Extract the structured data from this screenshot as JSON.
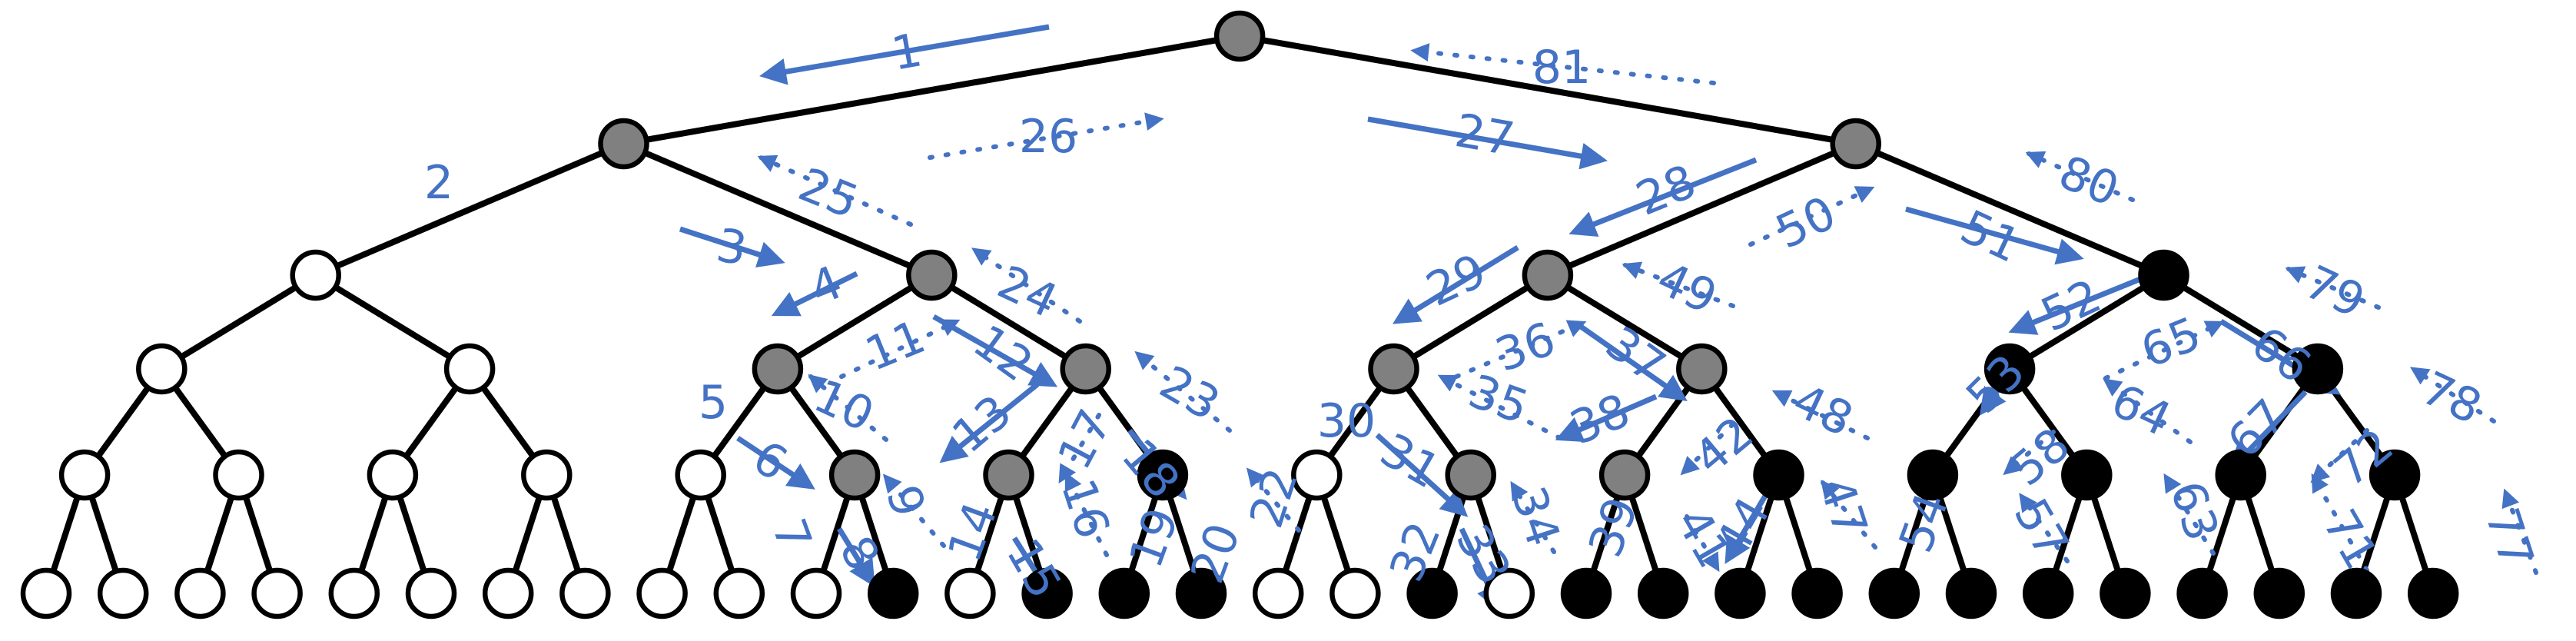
{
  "colors": {
    "edge": "#000000",
    "arrow": "#4472c4",
    "label": "#4472c4",
    "visited": "#808080",
    "unvisited": "#ffffff",
    "leaf_filled": "#000000"
  },
  "tree": {
    "branching": 2,
    "depth": 5,
    "node_states_by_level": [
      [
        "g"
      ],
      [
        "g",
        "g"
      ],
      [
        "w",
        "g",
        "g",
        "b"
      ],
      [
        "w",
        "w",
        "g",
        "g",
        "g",
        "g",
        "b",
        "b"
      ],
      [
        "w",
        "w",
        "w",
        "w",
        "w",
        "g",
        "g",
        "b",
        "w",
        "g",
        "g",
        "b",
        "b",
        "b",
        "b",
        "b"
      ],
      [
        "w",
        "w",
        "w",
        "w",
        "w",
        "w",
        "w",
        "w",
        "w",
        "w",
        "w",
        "b",
        "w",
        "b",
        "b",
        "b",
        "w",
        "w",
        "b",
        "w",
        "b",
        "b",
        "b",
        "b",
        "b",
        "b",
        "b",
        "b",
        "b",
        "b",
        "b",
        "b"
      ]
    ]
  },
  "steps": [
    {
      "label": "1",
      "style": "solid"
    },
    {
      "label": "2",
      "style": "none"
    },
    {
      "label": "3",
      "style": "solid"
    },
    {
      "label": "4",
      "style": "solid"
    },
    {
      "label": "5",
      "style": "none"
    },
    {
      "label": "6",
      "style": "solid"
    },
    {
      "label": "7",
      "style": "none"
    },
    {
      "label": "8",
      "style": "solid"
    },
    {
      "label": "9",
      "style": "dotted"
    },
    {
      "label": "10",
      "style": "dotted"
    },
    {
      "label": "11",
      "style": "dotted"
    },
    {
      "label": "12",
      "style": "solid"
    },
    {
      "label": "13",
      "style": "solid"
    },
    {
      "label": "14",
      "style": "none"
    },
    {
      "label": "15",
      "style": "solid"
    },
    {
      "label": "16",
      "style": "dotted"
    },
    {
      "label": "17",
      "style": "dotted"
    },
    {
      "label": "18",
      "style": "solid"
    },
    {
      "label": "19",
      "style": "none"
    },
    {
      "label": "20",
      "style": "none"
    },
    {
      "label": "22",
      "style": "dotted"
    },
    {
      "label": "23",
      "style": "dotted"
    },
    {
      "label": "24",
      "style": "dotted"
    },
    {
      "label": "25",
      "style": "dotted"
    },
    {
      "label": "26",
      "style": "dotted"
    },
    {
      "label": "27",
      "style": "solid"
    },
    {
      "label": "28",
      "style": "solid"
    },
    {
      "label": "29",
      "style": "solid"
    },
    {
      "label": "30",
      "style": "none"
    },
    {
      "label": "31",
      "style": "solid"
    },
    {
      "label": "32",
      "style": "none"
    },
    {
      "label": "33",
      "style": "solid"
    },
    {
      "label": "34",
      "style": "dotted"
    },
    {
      "label": "35",
      "style": "dotted"
    },
    {
      "label": "36",
      "style": "dotted"
    },
    {
      "label": "37",
      "style": "solid"
    },
    {
      "label": "38",
      "style": "solid"
    },
    {
      "label": "39",
      "style": "none"
    },
    {
      "label": "41",
      "style": "dotted"
    },
    {
      "label": "42",
      "style": "dotted"
    },
    {
      "label": "44",
      "style": "solid"
    },
    {
      "label": "47",
      "style": "dotted"
    },
    {
      "label": "48",
      "style": "dotted"
    },
    {
      "label": "49",
      "style": "dotted"
    },
    {
      "label": "50",
      "style": "dotted"
    },
    {
      "label": "51",
      "style": "solid"
    },
    {
      "label": "52",
      "style": "solid"
    },
    {
      "label": "53",
      "style": "solid"
    },
    {
      "label": "54",
      "style": "none"
    },
    {
      "label": "57",
      "style": "dotted"
    },
    {
      "label": "58",
      "style": "dotted"
    },
    {
      "label": "63",
      "style": "dotted"
    },
    {
      "label": "64",
      "style": "dotted"
    },
    {
      "label": "65",
      "style": "dotted"
    },
    {
      "label": "66",
      "style": "solid"
    },
    {
      "label": "67",
      "style": "solid"
    },
    {
      "label": "71",
      "style": "dotted"
    },
    {
      "label": "72",
      "style": "dotted"
    },
    {
      "label": "77",
      "style": "dotted"
    },
    {
      "label": "78",
      "style": "dotted"
    },
    {
      "label": "79",
      "style": "dotted"
    },
    {
      "label": "80",
      "style": "dotted"
    },
    {
      "label": "81",
      "style": "dotted"
    }
  ]
}
